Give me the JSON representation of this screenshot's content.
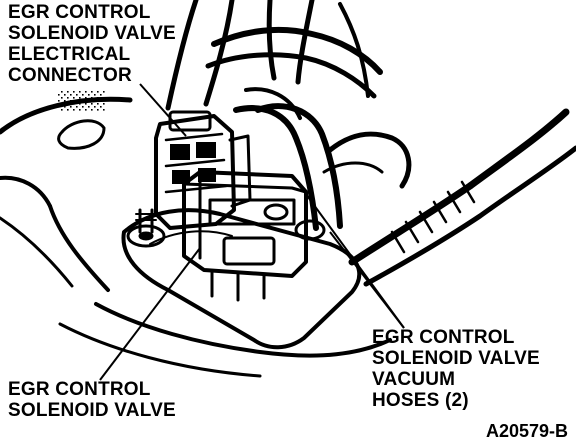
{
  "callouts": {
    "connector": [
      "EGR CONTROL",
      "SOLENOID VALVE",
      "ELECTRICAL",
      "CONNECTOR"
    ],
    "valve": [
      "EGR CONTROL",
      "SOLENOID VALVE"
    ],
    "hoses": [
      "EGR CONTROL",
      "SOLENOID VALVE",
      "VACUUM",
      "HOSES (2)"
    ]
  },
  "figure_id": "A20579-B",
  "colors": {
    "ink": "#000000",
    "paper": "#ffffff"
  }
}
